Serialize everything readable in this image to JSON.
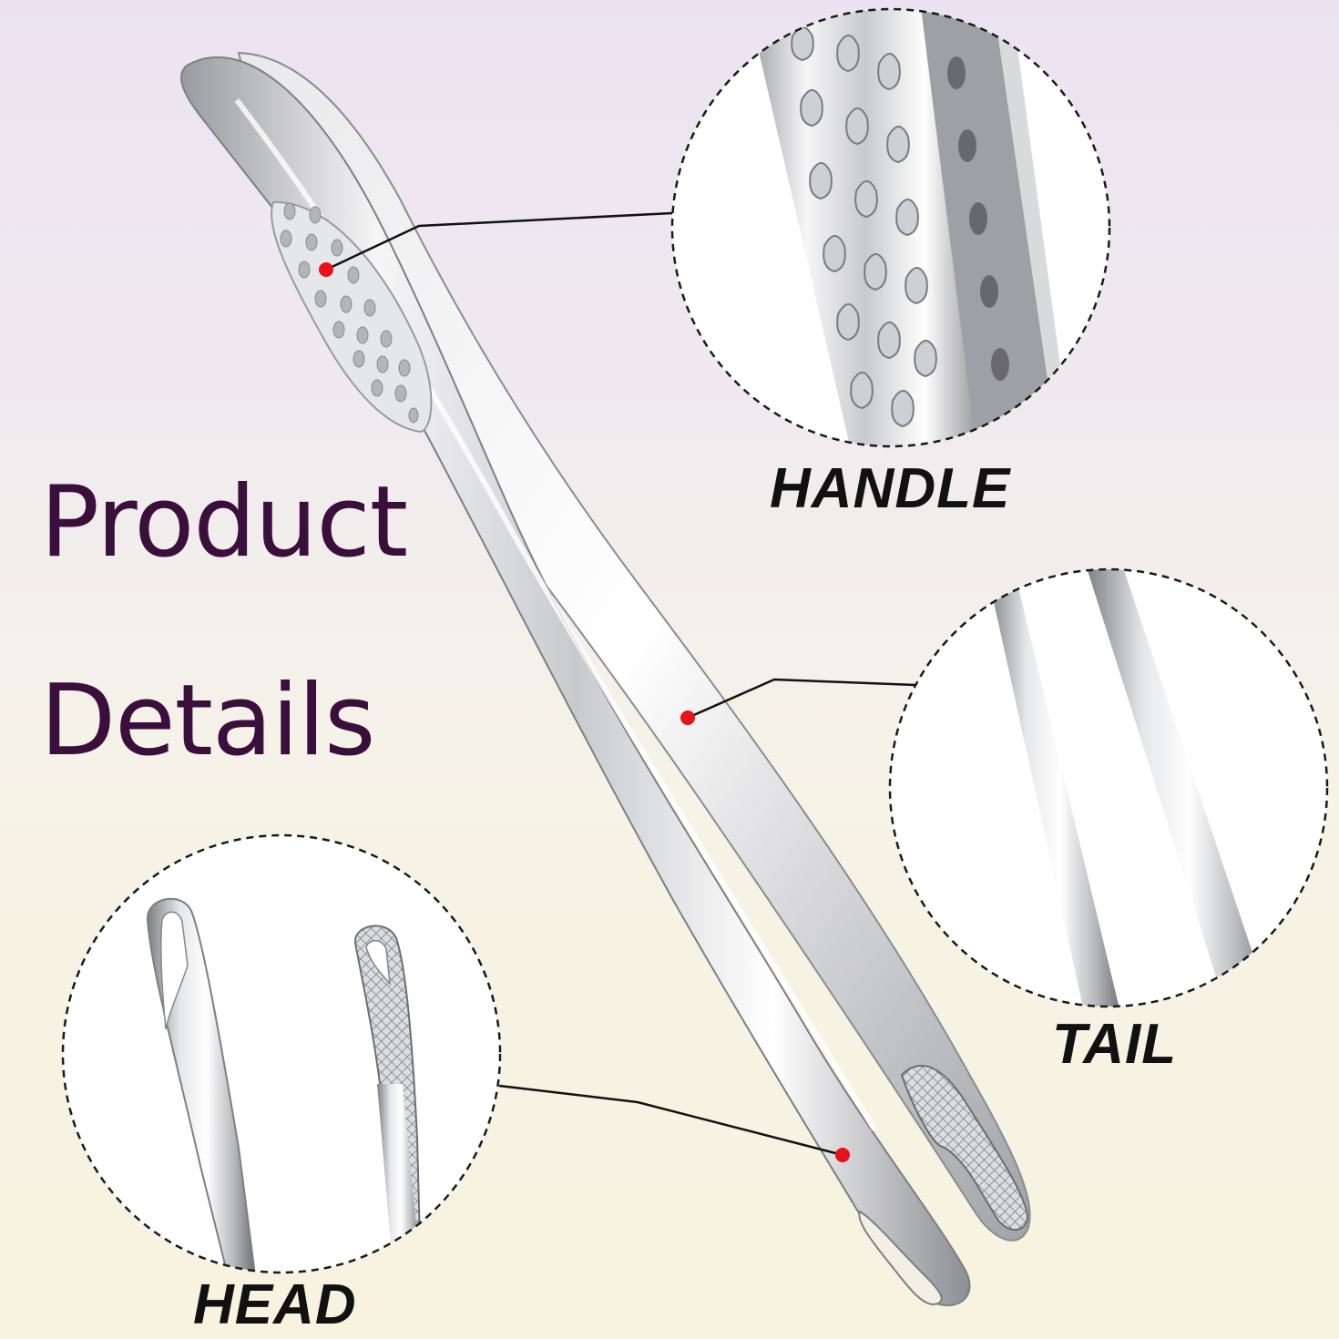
{
  "title": {
    "line1": "Product",
    "line2": "Details"
  },
  "callouts": {
    "handle": {
      "label": "HANDLE"
    },
    "tail": {
      "label": "TAIL"
    },
    "head": {
      "label": "HEAD"
    }
  },
  "colors": {
    "title_text": "#3a0f3c",
    "label_text": "#111111",
    "marker_dot": "#e8121c",
    "leader_line": "#111111",
    "metal_light": "#f4f4f5",
    "metal_dark": "#8a8b90"
  },
  "icons": {
    "tongs": "stainless-steel-tweezer-tongs",
    "marker": "red-dot-marker"
  }
}
